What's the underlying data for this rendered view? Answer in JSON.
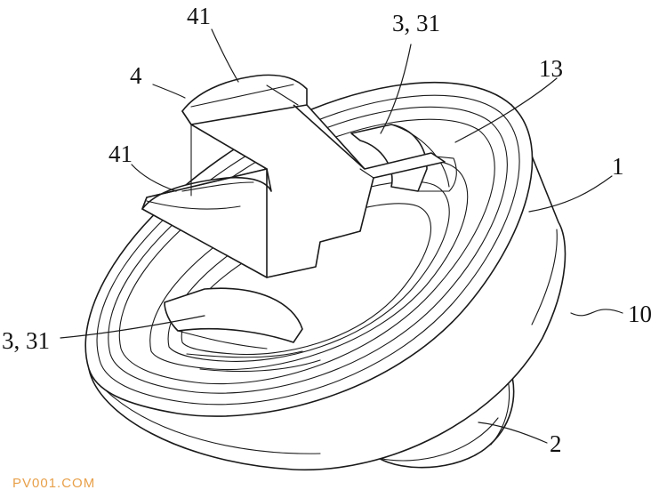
{
  "labels": {
    "ref_41_top": "41",
    "ref_3_31_top": "3, 31",
    "ref_4": "4",
    "ref_13": "13",
    "ref_41_left": "41",
    "ref_1": "1",
    "ref_3_31_left": "3, 31",
    "ref_10": "10",
    "ref_2": "2"
  },
  "watermark": {
    "text": "PV001.COM",
    "color": "#e8a04a"
  },
  "colors": {
    "line": "#1a1a1a",
    "background": "#ffffff"
  }
}
